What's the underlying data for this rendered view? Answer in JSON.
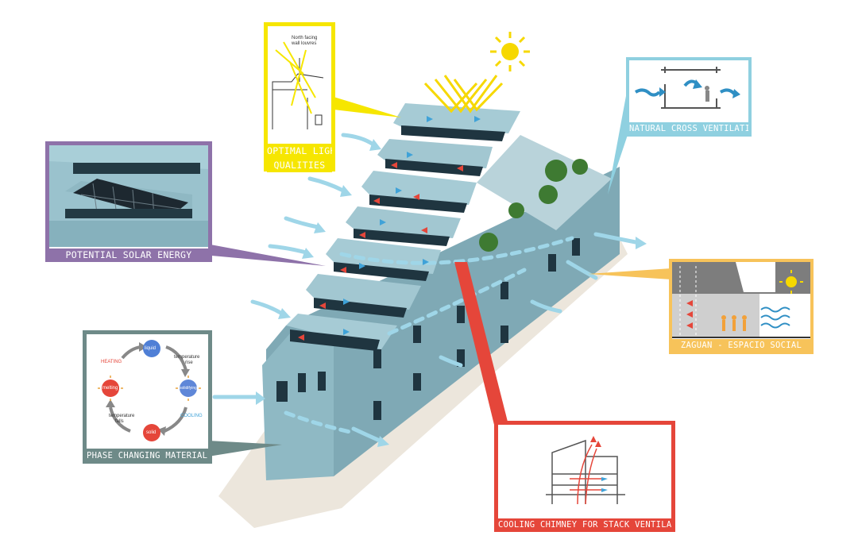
{
  "callouts": {
    "light": {
      "label_line1": "OPTIMAL LIGHT",
      "label_line2": "QUALITIES",
      "note_line1": "North facing",
      "note_line2": "wall louvres",
      "color": "#f6e600"
    },
    "solar": {
      "label": "POTENTIAL SOLAR ENERGY",
      "color": "#8e72a9"
    },
    "ventilation": {
      "label": "NATURAL CROSS VENTILATION",
      "color": "#8fd0e0"
    },
    "zaguan": {
      "label": "ZAGUAN - ESPACIO SOCIAL",
      "color": "#f7c35a"
    },
    "pcm": {
      "label": "PHASE CHANGING MATERIALS",
      "color": "#6e8a88",
      "liquid": "liquid",
      "melting": "melting",
      "solid": "solid",
      "solidifying": "solidifying",
      "heating": "HEATING",
      "cooling": "COOLING",
      "temp_rise_1": "temperature",
      "temp_rise_2": "rise",
      "temp_fall_1": "temperature",
      "temp_fall_2": "falls"
    },
    "chimney": {
      "label": "COOLING CHIMNEY FOR STACK VENTILATION",
      "color": "#e5463a"
    }
  },
  "colors": {
    "building": "#8db8c4",
    "building_dark": "#6f9aa8",
    "arrow_blue": "#9fd6e8",
    "arrow_red": "#e5463a",
    "sun": "#f6d800"
  }
}
